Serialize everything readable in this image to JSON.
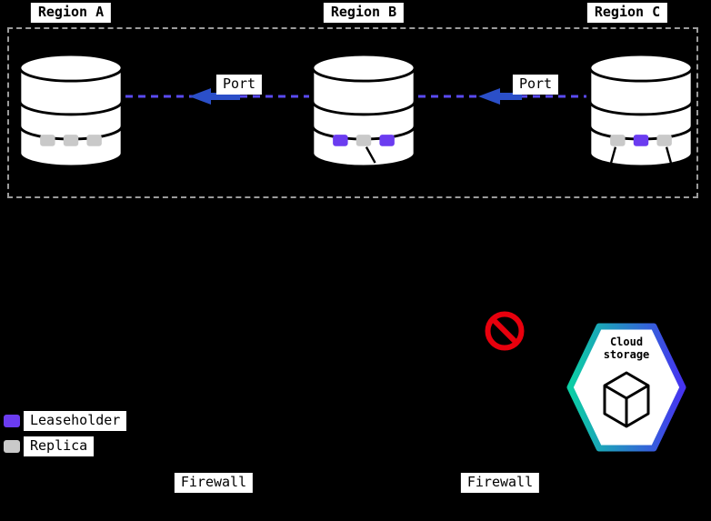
{
  "regions": [
    {
      "label": "Region A"
    },
    {
      "label": "Region B"
    },
    {
      "label": "Region C"
    }
  ],
  "databases": [
    {
      "region": "Region A",
      "slots": [
        "replica",
        "replica",
        "replica"
      ]
    },
    {
      "region": "Region B",
      "slots": [
        "leaseholder",
        "replica",
        "leaseholder"
      ]
    },
    {
      "region": "Region C",
      "slots": [
        "replica",
        "leaseholder",
        "replica"
      ]
    }
  ],
  "connections": [
    {
      "label": "Port",
      "between": [
        "Region A",
        "Region B"
      ]
    },
    {
      "label": "Port",
      "between": [
        "Region B",
        "Region C"
      ]
    }
  ],
  "legend": {
    "items": [
      {
        "label": "Leaseholder",
        "color_key": "leaseholder"
      },
      {
        "label": "Replica",
        "color_key": "replica"
      }
    ]
  },
  "firewalls": [
    {
      "label": "Firewall"
    },
    {
      "label": "Firewall"
    }
  ],
  "cloud_storage": {
    "line1": "Cloud",
    "line2": "storage"
  },
  "colors": {
    "leaseholder": "#6b3cf0",
    "replica": "#c9c9c9",
    "dash": "#5a4af0",
    "arrow": "#2b4fc8",
    "prohibition": "#e8000d",
    "hex_start": "#0ccfa4",
    "hex_end": "#4633f0"
  }
}
